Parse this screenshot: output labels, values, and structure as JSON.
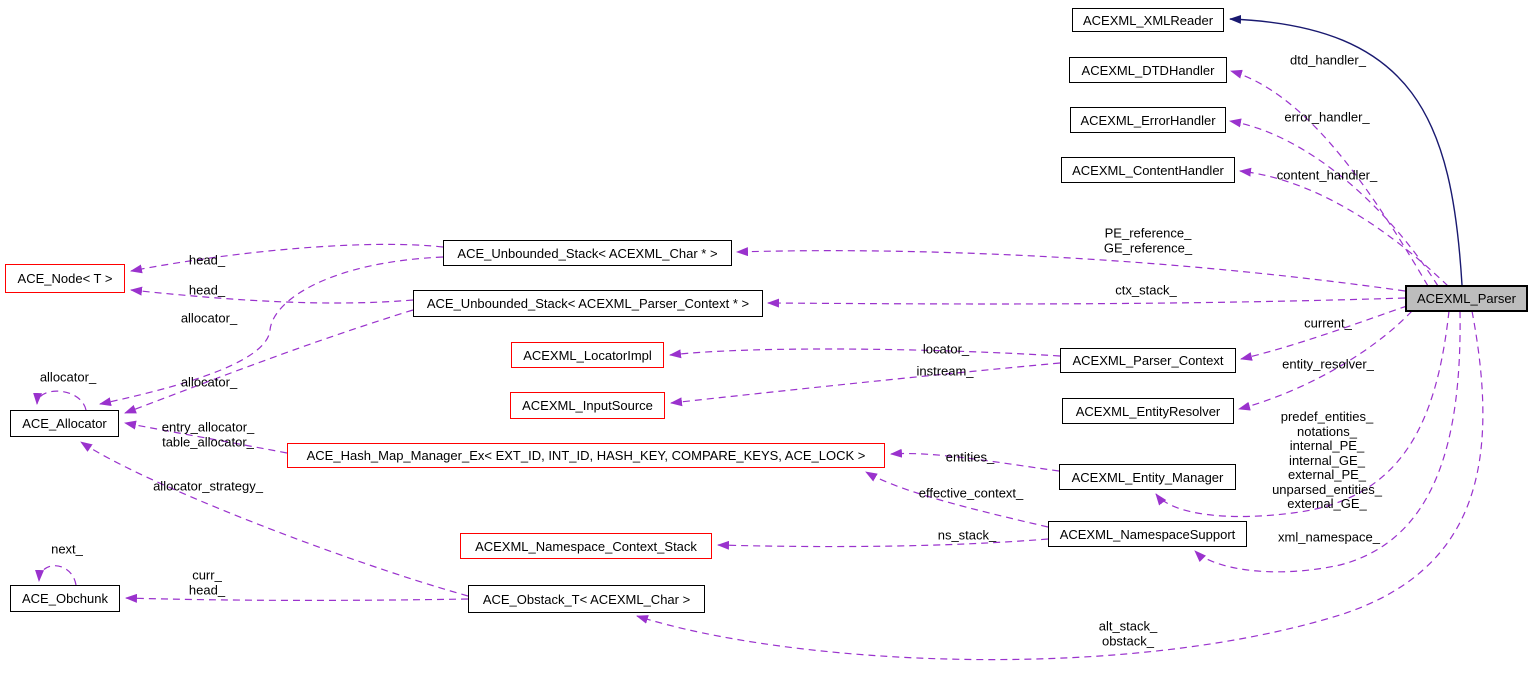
{
  "diagram": {
    "type": "doxygen-collaboration-graph",
    "focus_class": "ACEXML_Parser",
    "colors": {
      "background": "#ffffff",
      "usage_edge": "#9a32cd",
      "inheritance_edge": "#191970",
      "node_border": "#000000",
      "truncated_node_border": "#ff0000",
      "focus_node_fill": "#bdbdbd",
      "text": "#000000"
    },
    "nodes": [
      {
        "label": "ACEXML_XMLReader"
      },
      {
        "label": "ACEXML_DTDHandler"
      },
      {
        "label": "ACEXML_ErrorHandler"
      },
      {
        "label": "ACEXML_ContentHandler"
      },
      {
        "label": "ACE_Unbounded_Stack< ACEXML_Char * >"
      },
      {
        "label": "ACE_Unbounded_Stack< ACEXML_Parser_Context * >"
      },
      {
        "label": "ACEXML_LocatorImpl"
      },
      {
        "label": "ACEXML_InputSource"
      },
      {
        "label": "ACE_Hash_Map_Manager_Ex< EXT_ID, INT_ID, HASH_KEY, COMPARE_KEYS, ACE_LOCK >"
      },
      {
        "label": "ACEXML_Namespace_Context_Stack"
      },
      {
        "label": "ACE_Obstack_T< ACEXML_Char >"
      },
      {
        "label": "ACE_Node< T >"
      },
      {
        "label": "ACE_Allocator"
      },
      {
        "label": "ACE_Obchunk"
      },
      {
        "label": "ACEXML_Parser_Context"
      },
      {
        "label": "ACEXML_EntityResolver"
      },
      {
        "label": "ACEXML_Entity_Manager"
      },
      {
        "label": "ACEXML_NamespaceSupport"
      },
      {
        "label": "ACEXML_Parser"
      }
    ],
    "edge_labels": [
      {
        "text": "dtd_handler_"
      },
      {
        "text": "error_handler_"
      },
      {
        "text": "content_handler_"
      },
      {
        "text": "PE_reference_\nGE_reference_"
      },
      {
        "text": "ctx_stack_"
      },
      {
        "text": "current_"
      },
      {
        "text": "entity_resolver_"
      },
      {
        "text": "predef_entities_\nnotations_\ninternal_PE_\ninternal_GE_\nexternal_PE_\nunparsed_entities_\nexternal_GE_"
      },
      {
        "text": "locator_"
      },
      {
        "text": "instream_"
      },
      {
        "text": "entities_"
      },
      {
        "text": "effective_context_"
      },
      {
        "text": "ns_stack_"
      },
      {
        "text": "xml_namespace_"
      },
      {
        "text": "alt_stack_\nobstack_"
      },
      {
        "text": "head_"
      },
      {
        "text": "head_"
      },
      {
        "text": "allocator_"
      },
      {
        "text": "allocator_"
      },
      {
        "text": "allocator_"
      },
      {
        "text": "entry_allocator_\ntable_allocator_"
      },
      {
        "text": "allocator_strategy_"
      },
      {
        "text": "next_"
      },
      {
        "text": "curr_\nhead_"
      }
    ]
  }
}
